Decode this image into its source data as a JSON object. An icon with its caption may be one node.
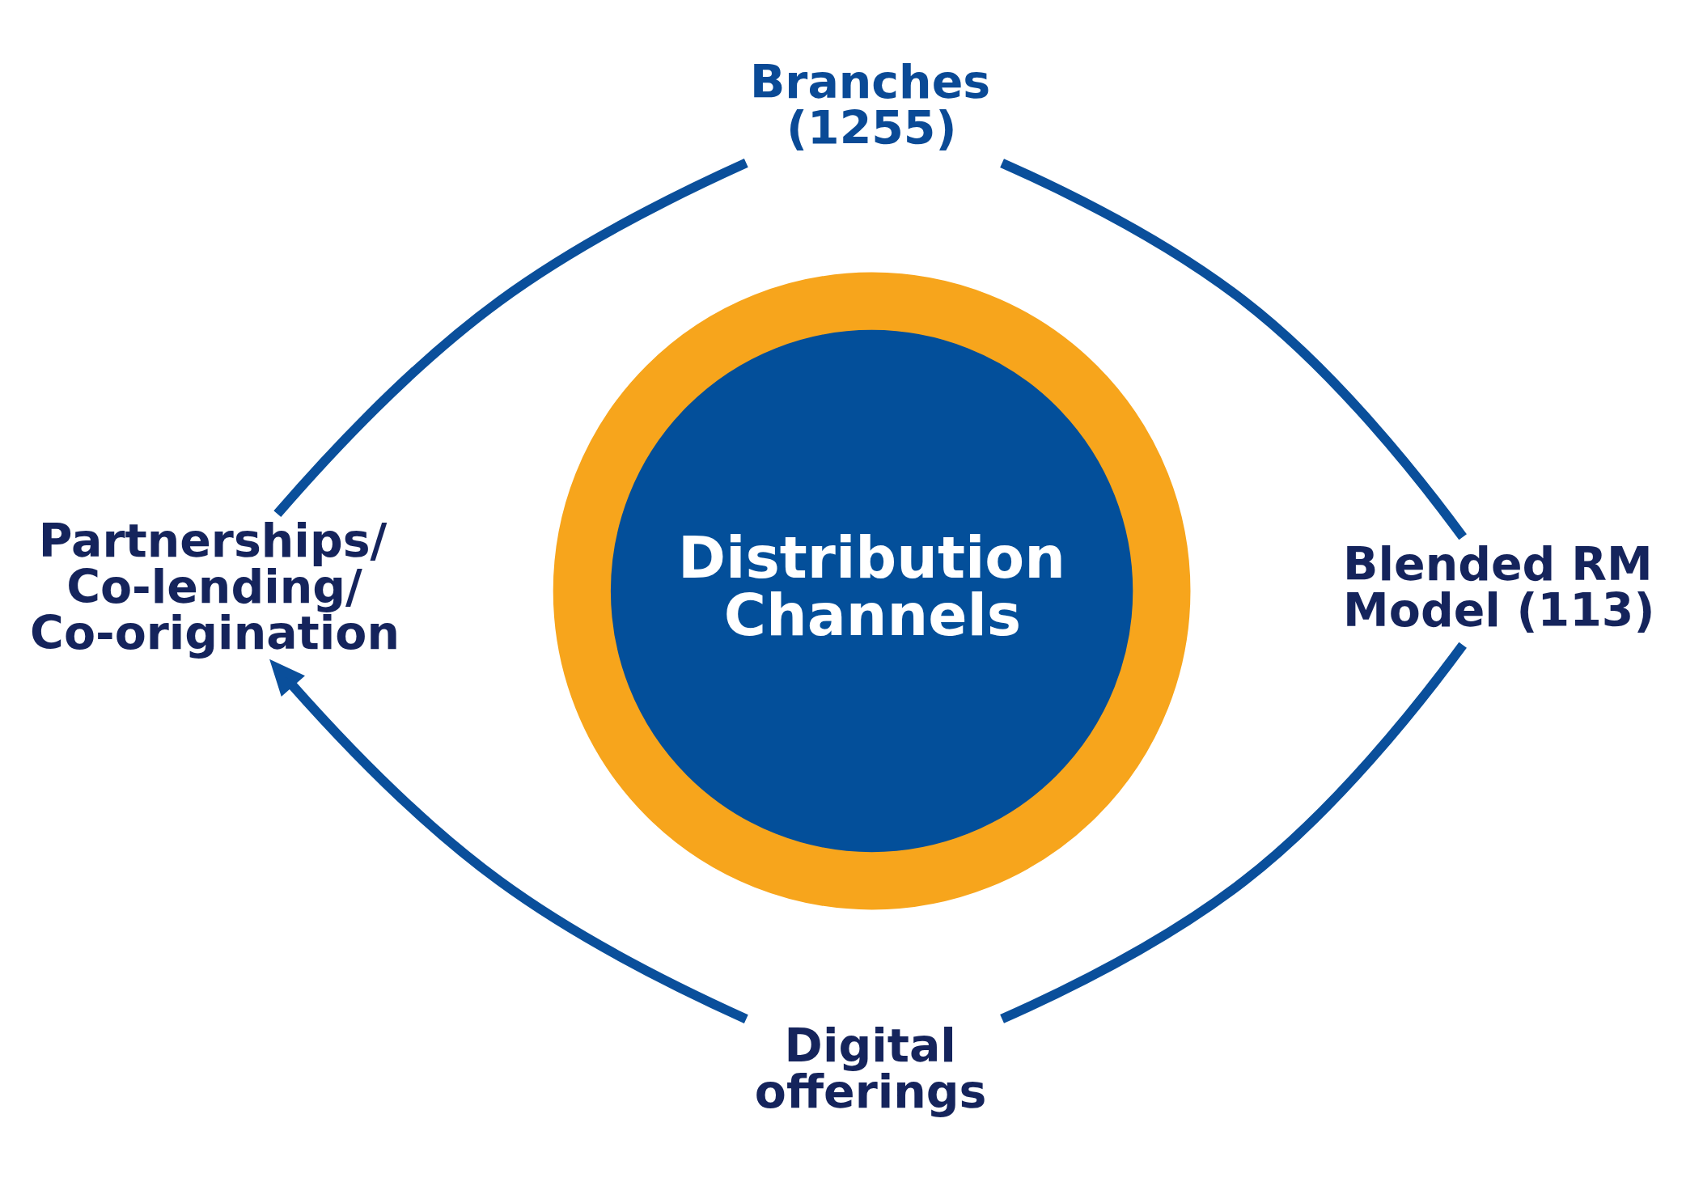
{
  "diagram": {
    "nodes": [
      {
        "text": [
          "Distribution Channels"
        ]
      },
      {
        "text": [
          "Branches (1255)"
        ]
      },
      {
        "text": [
          "Blended RM Model (113)"
        ]
      },
      {
        "text": [
          "Digital offerings"
        ]
      },
      {
        "text": [
          "Partnerships/ Co-lending/ Co-origination"
        ]
      }
    ],
    "edges": [
      {
        "from": 1,
        "to": 2,
        "arrow": "none"
      },
      {
        "from": 2,
        "to": 3,
        "arrow": "none"
      },
      {
        "from": 3,
        "to": 4,
        "arrow": "to"
      },
      {
        "from": 4,
        "to": 1,
        "arrow": "none"
      }
    ]
  }
}
